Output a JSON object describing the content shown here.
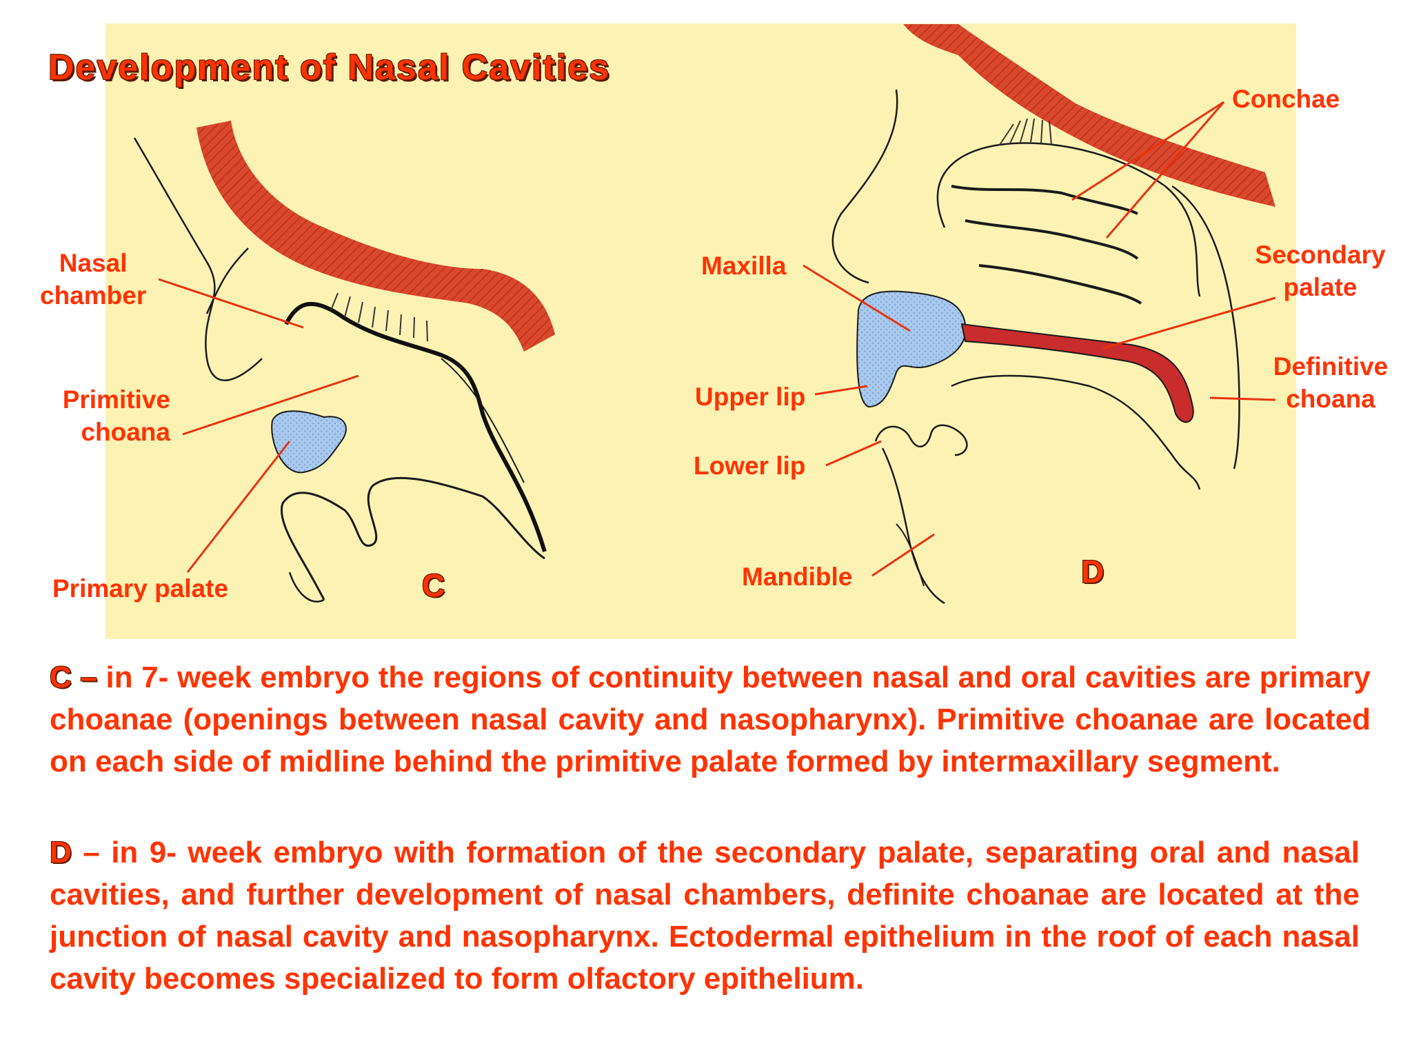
{
  "title": "Development of Nasal Cavities",
  "colors": {
    "background": "#fbf2b4",
    "text": "#ff3300",
    "bone": "#d9472c",
    "palate_blue": "#a9c9ee",
    "secondary_palate": "#c92c2c",
    "outline": "#1a1a1a"
  },
  "panel_c": {
    "letter": "C",
    "labels": {
      "nasal_chamber": "Nasal\nchamber",
      "primitive_choana": "Primitive\nchoana",
      "primary_palate": "Primary palate"
    }
  },
  "panel_d": {
    "letter": "D",
    "labels": {
      "conchae": "Conchae",
      "maxilla": "Maxilla",
      "secondary_palate": "Secondary\npalate",
      "definitive_choana": "Definitive\nchoana",
      "upper_lip": "Upper lip",
      "lower_lip": "Lower lip",
      "mandible": "Mandible"
    }
  },
  "descriptions": {
    "c_lead": "C –",
    "c_text": " in 7- week embryo the regions of continuity between nasal and oral cavities are primary choanae (openings between nasal cavity and nasopharynx). Primitive choanae are located on each side of midline behind the primitive palate formed by intermaxillary segment.",
    "d_lead": "D",
    "d_text": " – in 9- week embryo with formation of the secondary palate, separating oral and nasal cavities, and further development of  nasal chambers, definite choanae are located at the junction of nasal cavity and nasopharynx.  Ectodermal epithelium in the roof of each nasal cavity becomes specialized to form olfactory epithelium."
  }
}
